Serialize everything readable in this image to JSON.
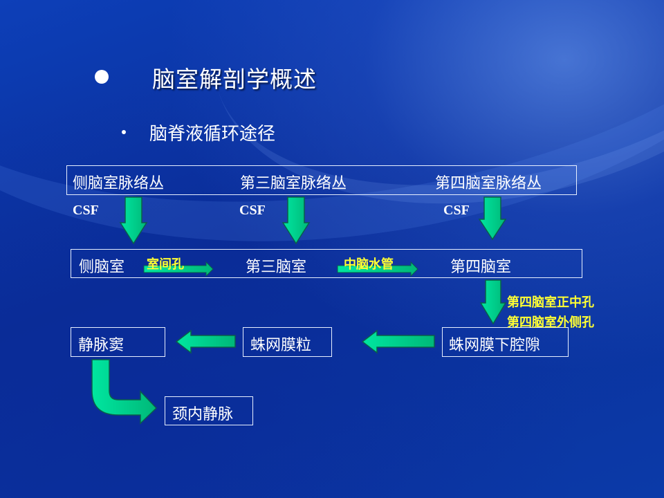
{
  "title": "脑室解剖学概述",
  "subtitle": "脑脊液循环途径",
  "row1": {
    "plexus_lateral": "侧脑室脉络丛",
    "plexus_third": "第三脑室脉络丛",
    "plexus_fourth": "第四脑室脉络丛"
  },
  "csf_label": "CSF",
  "row2": {
    "lateral_ventricle": "侧脑室",
    "foramen": "室间孔",
    "third_ventricle": "第三脑室",
    "aqueduct": "中脑水管",
    "fourth_ventricle": "第四脑室"
  },
  "apertures": {
    "median": "第四脑室正中孔",
    "lateral": "第四脑室外侧孔"
  },
  "row3": {
    "venous_sinus": "静脉窦",
    "arachnoid_granulations": "蛛网膜粒",
    "subarachnoid_space": "蛛网膜下腔隙"
  },
  "jugular_vein": "颈内静脉",
  "colors": {
    "arrow_fill": "#00cc88",
    "arrow_stroke": "#0a5f4a",
    "highlight": "#ffff33",
    "background": "#0a2f9c"
  }
}
